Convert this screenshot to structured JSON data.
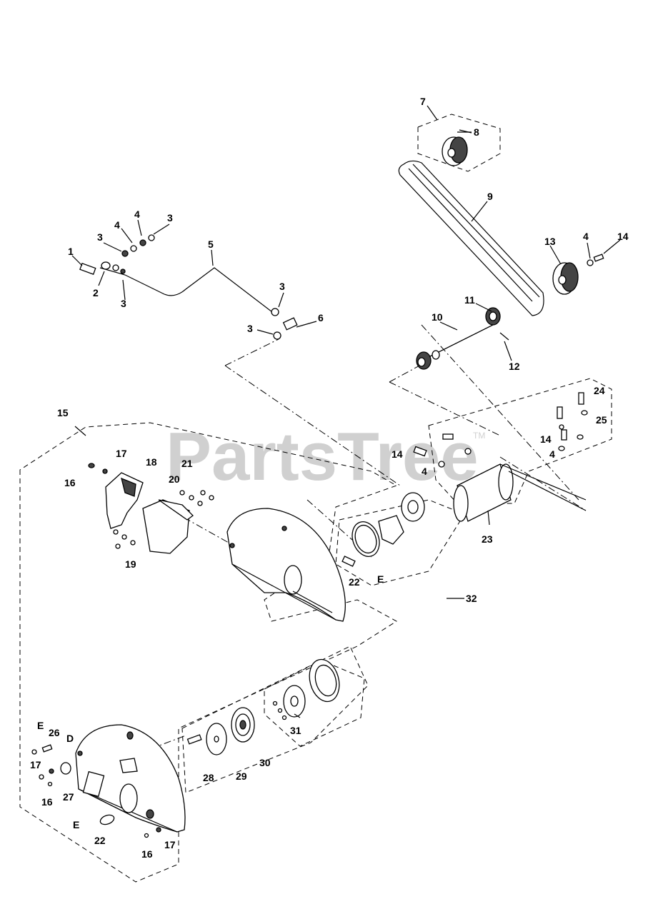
{
  "watermark": {
    "text": "PartsTree",
    "trademark": "TM"
  },
  "callouts": {
    "c1": "1",
    "c2": "2",
    "c3a": "3",
    "c3b": "3",
    "c3c": "3",
    "c3d": "3",
    "c3e": "3",
    "c4a": "4",
    "c4b": "4",
    "c4c": "4",
    "c4d": "4",
    "c4e": "4",
    "c5": "5",
    "c6": "6",
    "c7": "7",
    "c8": "8",
    "c9": "9",
    "c10": "10",
    "c11": "11",
    "c12": "12",
    "c13": "13",
    "c14a": "14",
    "c14b": "14",
    "c14c": "14",
    "c15": "15",
    "c16a": "16",
    "c16b": "16",
    "c16c": "16",
    "c17a": "17",
    "c17b": "17",
    "c17c": "17",
    "c18": "18",
    "c19": "19",
    "c20": "20",
    "c21": "21",
    "c22a": "22",
    "c22b": "22",
    "c23": "23",
    "c24": "24",
    "c25": "25",
    "c26": "26",
    "c27": "27",
    "c28": "28",
    "c29": "29",
    "c30": "30",
    "c31": "31",
    "c32": "32",
    "cEa": "E",
    "cEb": "E",
    "cEc": "E",
    "cD": "D"
  }
}
